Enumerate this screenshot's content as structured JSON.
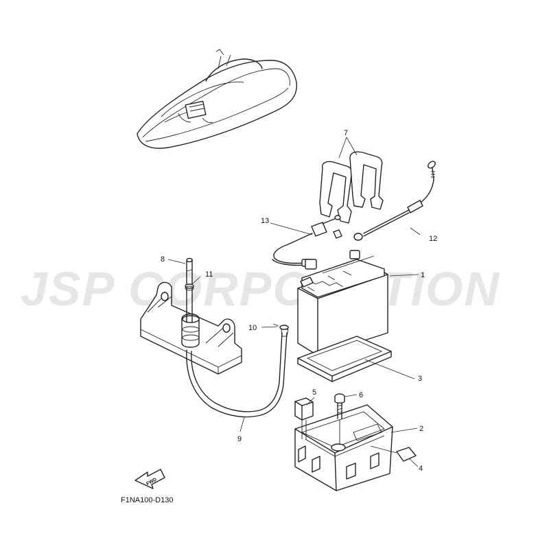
{
  "watermark": "JSP CORPORATION",
  "figure_code": "F1NA100-D130",
  "fwd_label": "FWD",
  "callouts": {
    "c1": "1",
    "c2": "2",
    "c3": "3",
    "c4": "4",
    "c5": "5",
    "c6": "6",
    "c7": "7",
    "c8": "8",
    "c9": "9",
    "c10": "10",
    "c11": "11",
    "c12": "12",
    "c13": "13"
  }
}
